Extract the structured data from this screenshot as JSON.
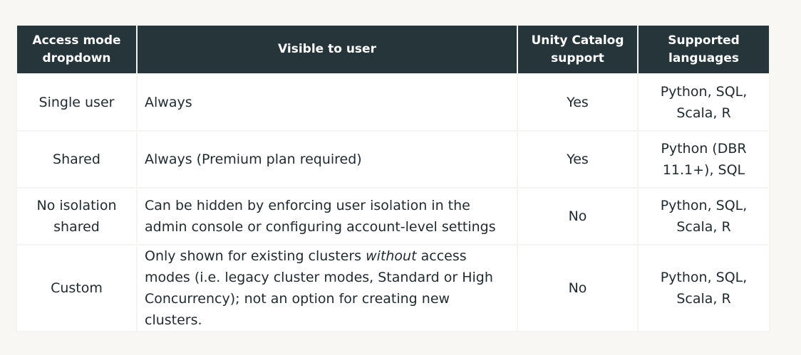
{
  "table": {
    "headers": [
      "Access mode dropdown",
      "Visible to user",
      "Unity Catalog support",
      "Supported languages"
    ],
    "rows": [
      {
        "access_mode": "Single user",
        "visible": "Always",
        "uc_support": "Yes",
        "languages": "Python, SQL, Scala, R"
      },
      {
        "access_mode": "Shared",
        "visible": "Always (Premium plan required)",
        "uc_support": "Yes",
        "languages": "Python (DBR 11.1+), SQL"
      },
      {
        "access_mode": "No isolation shared",
        "visible": "Can be hidden by enforcing user isolation in the admin console or configuring account-level settings",
        "uc_support": "No",
        "languages": "Python, SQL, Scala, R"
      },
      {
        "access_mode": "Custom",
        "visible_pre": "Only shown for existing clusters ",
        "visible_em": "without",
        "visible_post": " access modes (i.e. legacy cluster modes, Standard or High Concurrency); not an option for creating new clusters.",
        "uc_support": "No",
        "languages": "Python, SQL, Scala, R"
      }
    ]
  },
  "colors": {
    "header_bg": "#25353a",
    "header_text": "#ffffff",
    "cell_bg": "#ffffff",
    "page_bg": "#f8f7f3"
  }
}
